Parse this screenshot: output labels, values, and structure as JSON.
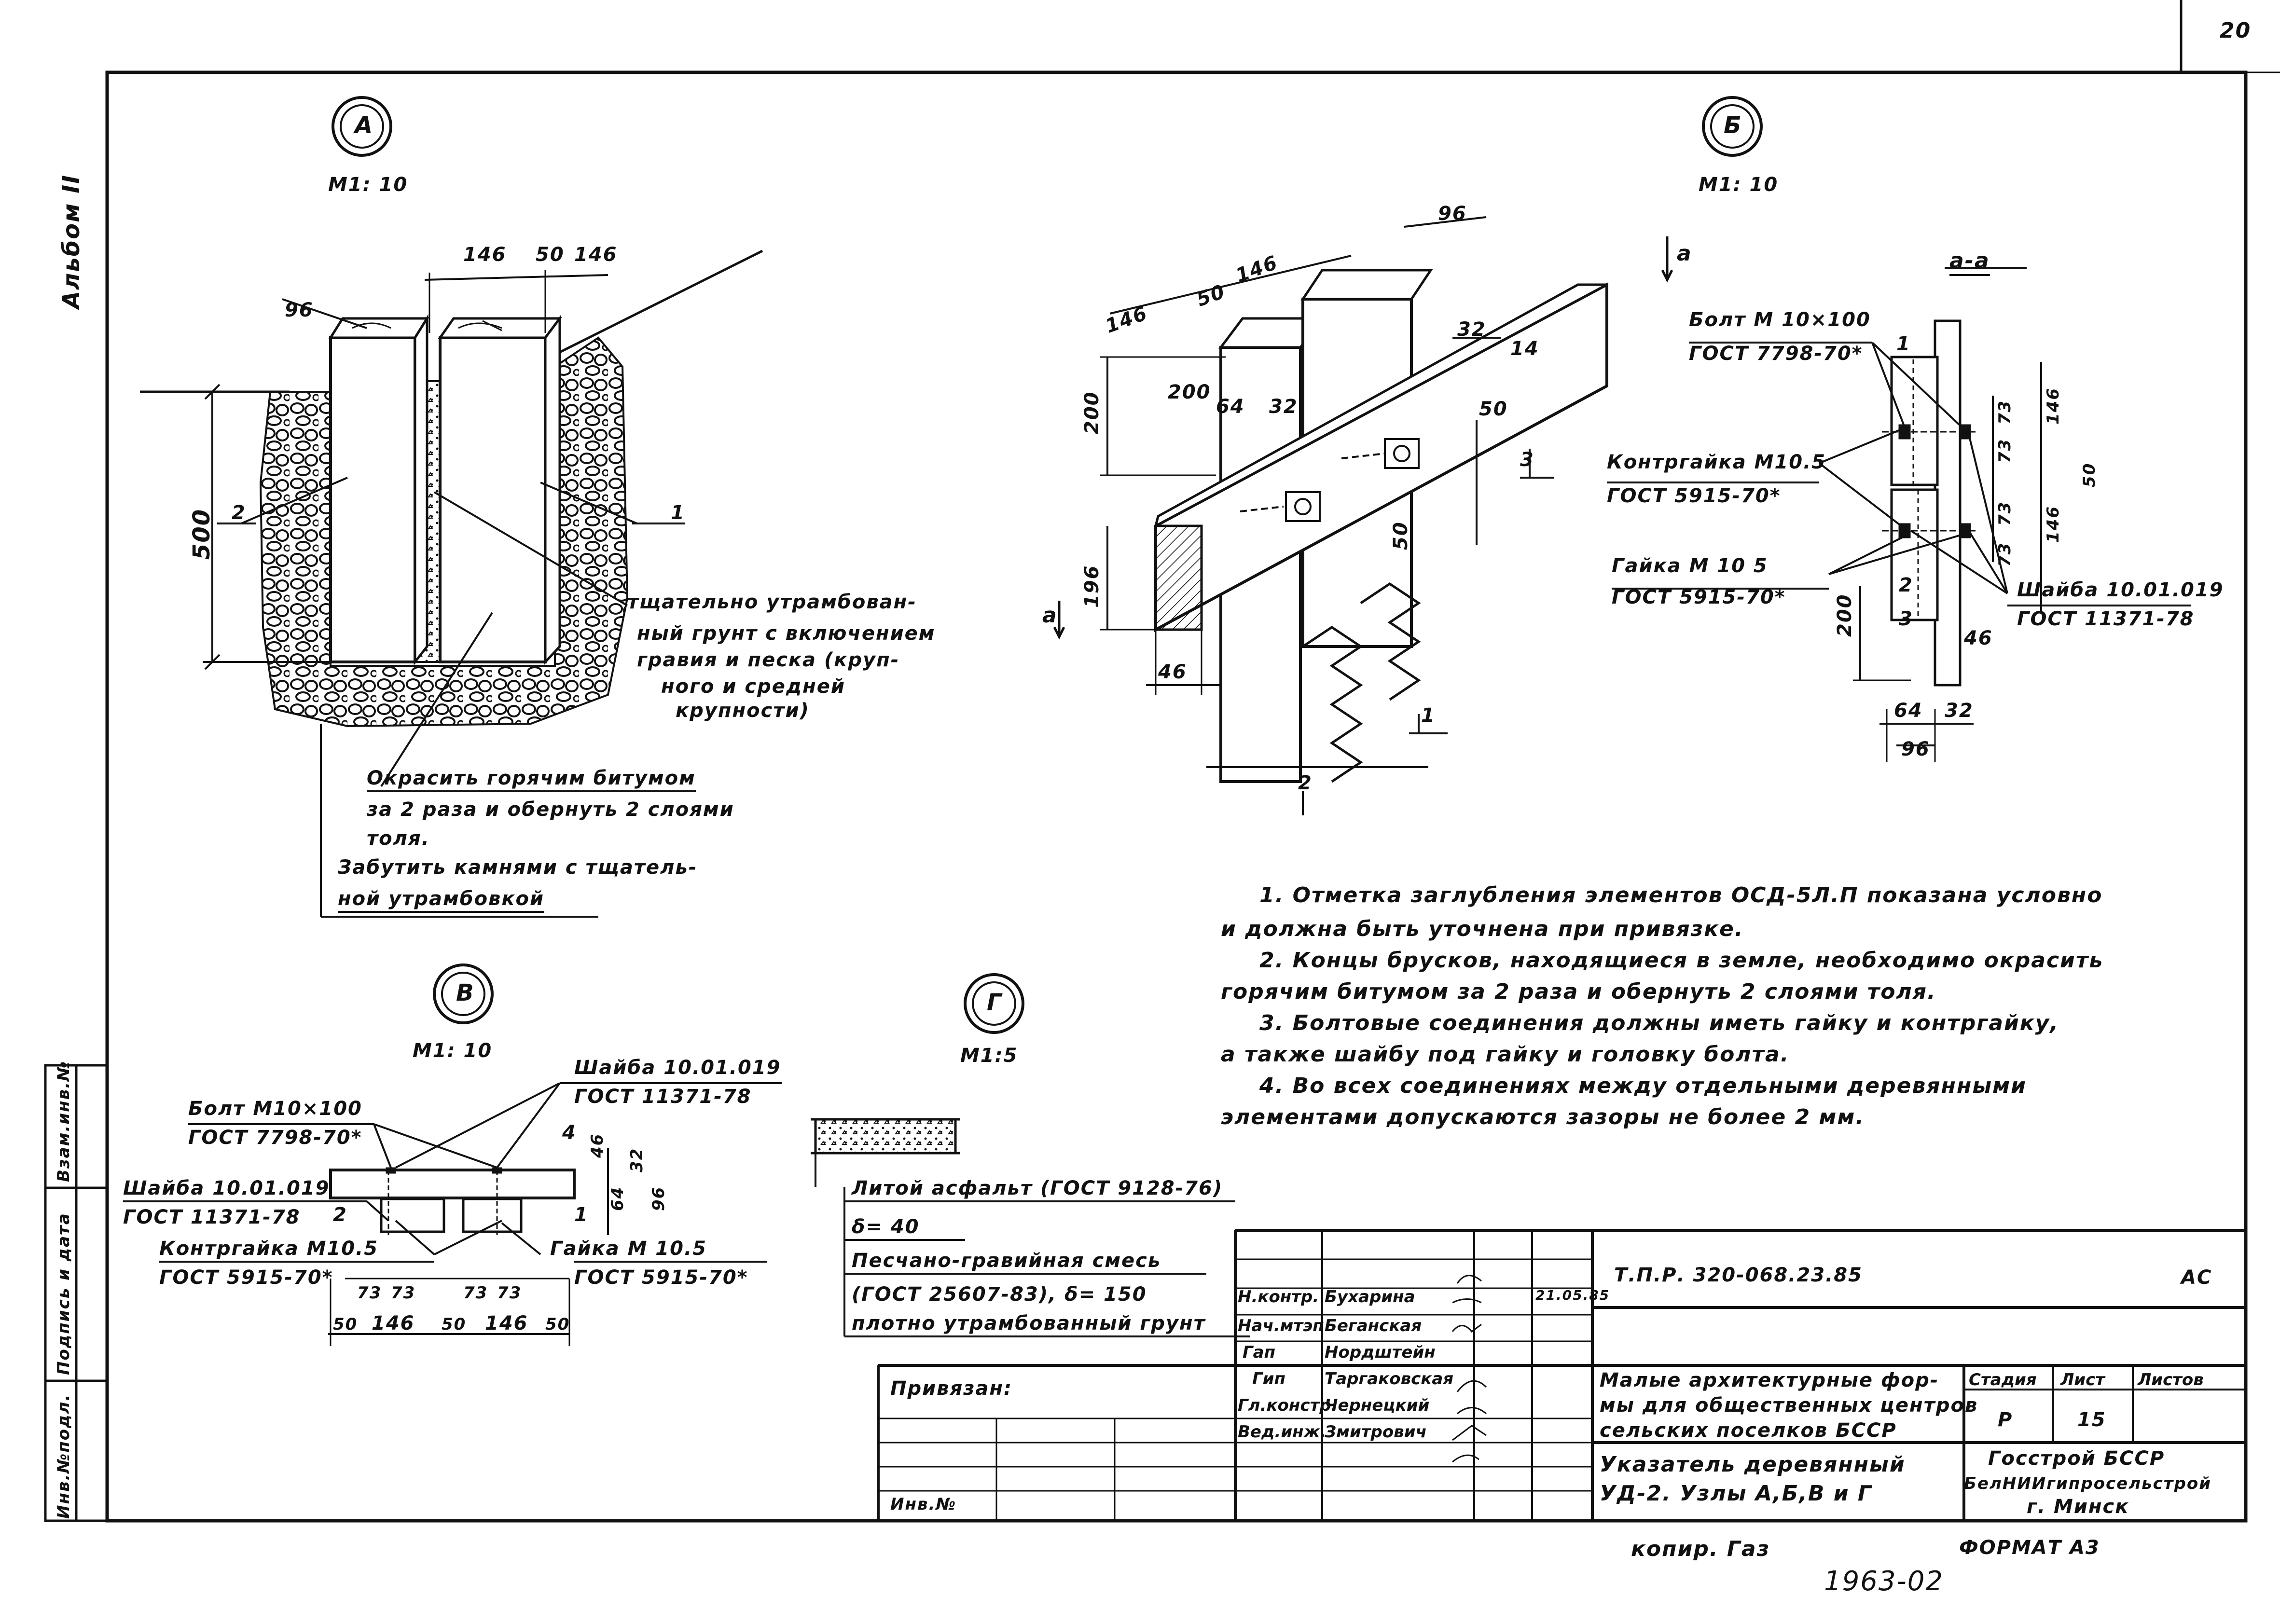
{
  "page": {
    "sheet_corner": "20",
    "album": "Альбом II",
    "copy_note": "копир. Газ",
    "format": "ФОРМАТ А3",
    "archive_no": "1963-02"
  },
  "side_stamp": {
    "inv_no": "Инв.№подл.",
    "signature_date": "Подпись и дата",
    "replace_inv": "Взам.инв.№"
  },
  "node_a": {
    "label": "А",
    "scale": "М1: 10",
    "dims": [
      "146",
      "50",
      "146",
      "96",
      "500"
    ],
    "callouts": [
      "2",
      "1"
    ],
    "soil_note": [
      "тщательно утрамбован-",
      "ный грунт с включением",
      "гравия и песка (круп-",
      "ного и средней",
      "крупности)"
    ],
    "bitumen_note": [
      "Окрасить горячим битумом",
      "за 2 раза и обернуть 2 слоями",
      "толя."
    ],
    "stones_note": [
      "Забутить камнями с тщатель-",
      "ной утрамбовкой"
    ]
  },
  "node_b": {
    "label": "Б",
    "scale": "М1: 10",
    "dims": [
      "96",
      "146",
      "50",
      "146",
      "200",
      "64",
      "32",
      "32",
      "14",
      "50",
      "196",
      "50",
      "46"
    ],
    "callouts": [
      "3",
      "1",
      "2"
    ],
    "section_mark": "а",
    "section_title": "а-а",
    "section_labels": [
      {
        "name": "Болт М 10×100",
        "gost": "ГОСТ 7798-70*"
      },
      {
        "name": "Контргайка М10.5",
        "gost": "ГОСТ 5915-70*"
      },
      {
        "name": "Гайка М 10 5",
        "gost": "ГОСТ 5915-70*"
      },
      {
        "name": "Шайба 10.01.019",
        "gost": "ГОСТ 11371-78"
      }
    ],
    "section_dims": [
      "73",
      "146",
      "73",
      "50",
      "73",
      "146",
      "73",
      "200",
      "46",
      "64",
      "32",
      "96"
    ],
    "section_callouts": [
      "1",
      "2",
      "3"
    ]
  },
  "node_v": {
    "label": "В",
    "scale": "М1: 10",
    "labels": [
      {
        "name": "Болт М10×100",
        "gost": "ГОСТ 7798-70*"
      },
      {
        "name": "Шайба 10.01.019",
        "gost": "ГОСТ 11371-78"
      },
      {
        "name": "Шайба 10.01.019",
        "gost": "ГОСТ 11371-78"
      },
      {
        "name": "Контргайка М10.5",
        "gost": "ГОСТ 5915-70*"
      },
      {
        "name": "Гайка М 10.5",
        "gost": "ГОСТ 5915-70*"
      }
    ],
    "dims_bottom": [
      "73",
      "73",
      "73",
      "73",
      "50",
      "146",
      "50",
      "146",
      "50"
    ],
    "dims_side": [
      "46",
      "32",
      "64",
      "96"
    ],
    "callouts": [
      "4",
      "2",
      "1"
    ]
  },
  "node_g": {
    "label": "Г",
    "scale": "М1:5",
    "layers": [
      "Литой асфальт (ГОСТ 9128-76)",
      "δ= 40",
      "Песчано-гравийная смесь",
      "(ГОСТ 25607-83), δ= 150",
      "плотно утрамбованный грунт"
    ]
  },
  "notes": [
    "1. Отметка заглубления элементов ОСД-5Л.П показана условно",
    "и должна быть уточнена при привязке.",
    "2. Концы брусков, находящиеся в земле, необходимо окрасить",
    "горячим битумом за 2 раза и обернуть 2 слоями толя.",
    "3. Болтовые соединения должны иметь гайку и контргайку,",
    "а также шайбу под гайку и головку болта.",
    "4. Во всех соединениях между отдельными деревянными",
    "элементами допускаются зазоры не более 2 мм."
  ],
  "title_block": {
    "doc_code": "Т.П.Р. 320-068.23.85",
    "stage_code": "АС",
    "bound": "Привязан:",
    "inv": "Инв.№",
    "signatures": [
      {
        "role": "Н.контр.",
        "name": "Бухарина"
      },
      {
        "role": "Нач.мтэп",
        "name": "Беганская"
      },
      {
        "role": "Гап",
        "name": "Нордштейн"
      },
      {
        "role": "Гип",
        "name": "Таргаковская"
      },
      {
        "role": "Гл.констр.",
        "name": "Чернецкий"
      },
      {
        "role": "Вед.инж.",
        "name": "Змитрович"
      }
    ],
    "date": "21.05.85",
    "project_title": [
      "Малые архитектурные фор-",
      "мы для общественных центров",
      "сельских поселков БССР"
    ],
    "sheet_title": [
      "Указатель деревянный",
      "УД-2. Узлы А,Б,В и Г"
    ],
    "stage_head": "Стадия",
    "sheet_head": "Лист",
    "sheets_head": "Листов",
    "stage": "Р",
    "sheet": "15",
    "org": [
      "Госстрой БССР",
      "БелНИИгипросельстрой",
      "г. Минск"
    ]
  }
}
